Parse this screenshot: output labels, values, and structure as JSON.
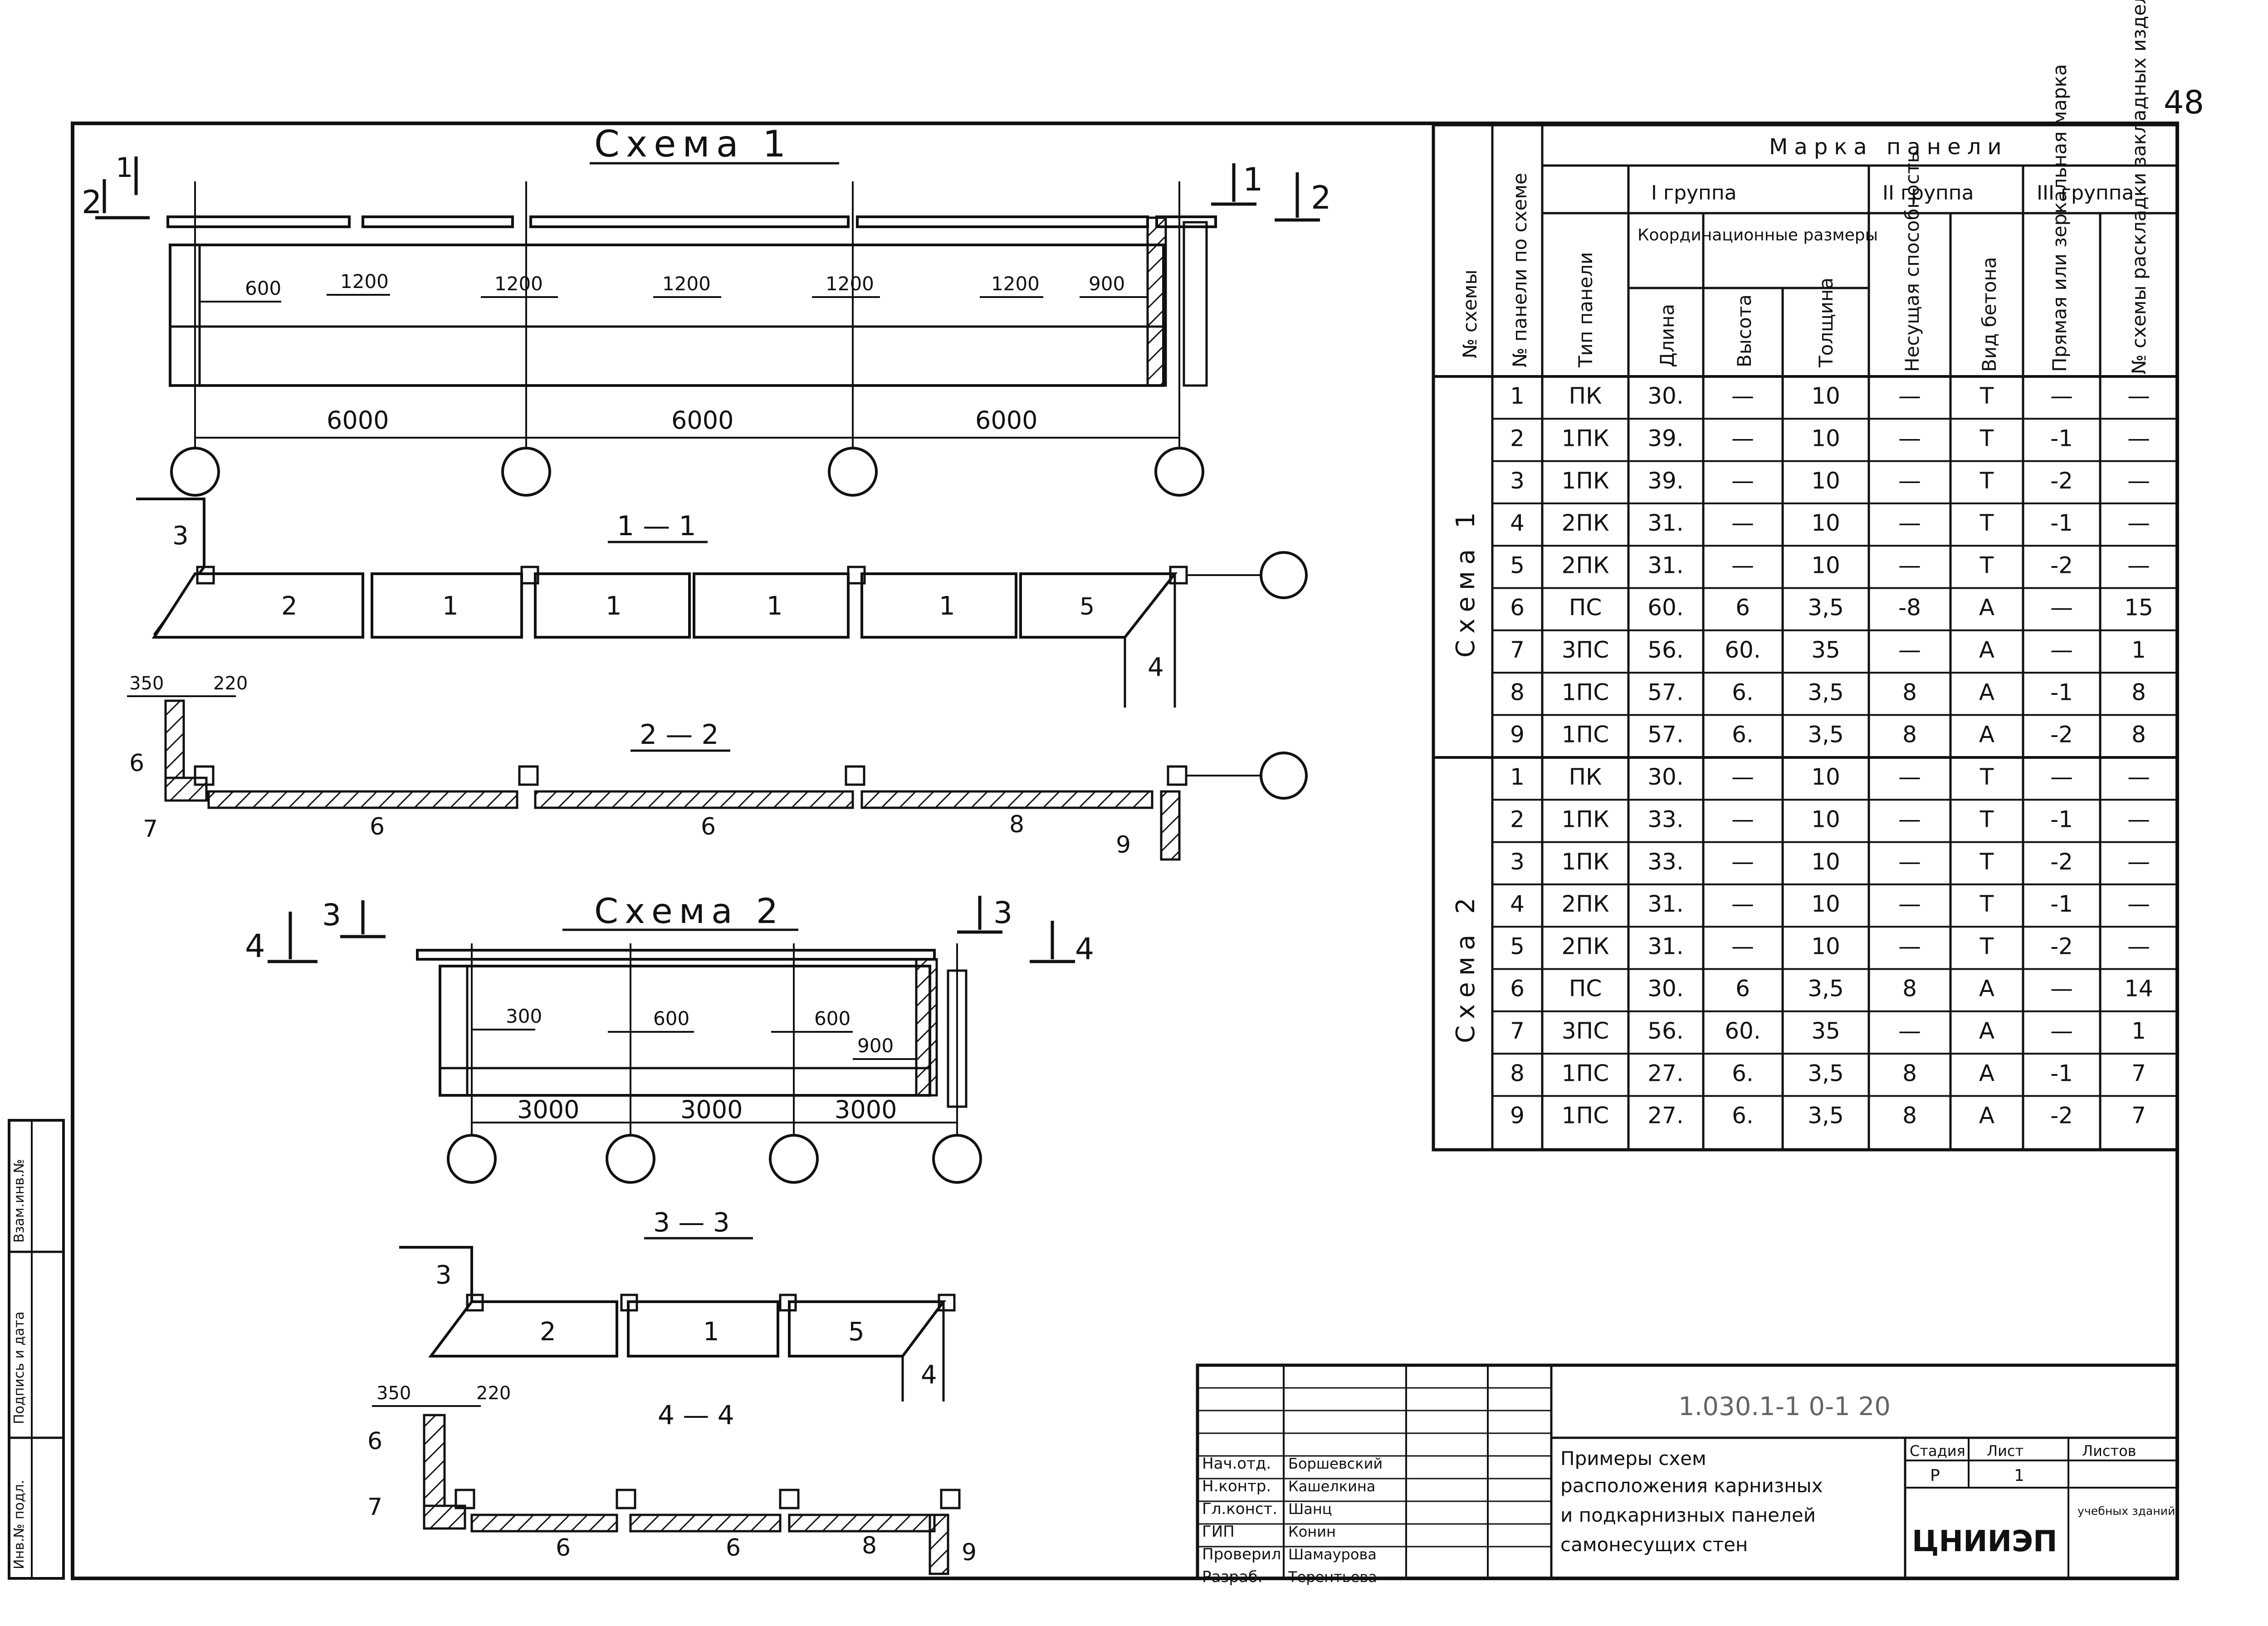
{
  "page_number": "48",
  "schemes": {
    "s1_title": "Схема 1",
    "s2_title": "Схема 2",
    "s1_cuts": {
      "c1": "1",
      "c2": "2"
    },
    "s2_cuts": {
      "c3": "3",
      "c4": "4"
    },
    "s1_module_dims": [
      "600",
      "1200",
      "1200",
      "1200",
      "1200",
      "1200",
      "900"
    ],
    "s1_spans": [
      "6000",
      "6000",
      "6000"
    ],
    "s2_module_dims": [
      "300",
      "600",
      "600",
      "900"
    ],
    "s2_spans": [
      "3000",
      "3000",
      "3000"
    ],
    "sec_1_1": "1 — 1",
    "sec_1_1_marks": [
      "3",
      "2",
      "1",
      "1",
      "1",
      "1",
      "5",
      "4"
    ],
    "sec_2_2": "2 — 2",
    "sec_2_2_dims": [
      "350",
      "220"
    ],
    "sec_2_2_marks": [
      "6",
      "7",
      "6",
      "6",
      "8",
      "9"
    ],
    "sec_3_3": "3 — 3",
    "sec_3_3_marks": [
      "3",
      "2",
      "1",
      "5",
      "4"
    ],
    "sec_4_4": "4 — 4",
    "sec_4_4_dims": [
      "350",
      "220"
    ],
    "sec_4_4_marks": [
      "6",
      "7",
      "6",
      "6",
      "8",
      "9"
    ]
  },
  "table": {
    "title": "Марка панели",
    "col_scheme": "№ схемы",
    "col_panel_no": "№ панели по схеме",
    "group1": "I группа",
    "group2": "II группа",
    "group3": "III группа",
    "col_type": "Тип панели",
    "col_coord": "Координационные размеры",
    "col_length": "Длина",
    "col_height": "Высота",
    "col_thickness": "Толщина",
    "col_capacity": "Несущая способность",
    "col_concrete": "Вид бетона",
    "col_mirror": "Прямая или зеркальная марка",
    "col_embed": "№ схемы раскладки закладных изделий",
    "scheme1_label": "Схема 1",
    "scheme2_label": "Схема 2",
    "scheme1_rows": [
      [
        "1",
        "ПК",
        "30.",
        "—",
        "10",
        "—",
        "Т",
        "—",
        "—"
      ],
      [
        "2",
        "1ПК",
        "39.",
        "—",
        "10",
        "—",
        "Т",
        "-1",
        "—"
      ],
      [
        "3",
        "1ПК",
        "39.",
        "—",
        "10",
        "—",
        "Т",
        "-2",
        "—"
      ],
      [
        "4",
        "2ПК",
        "31.",
        "—",
        "10",
        "—",
        "Т",
        "-1",
        "—"
      ],
      [
        "5",
        "2ПК",
        "31.",
        "—",
        "10",
        "—",
        "Т",
        "-2",
        "—"
      ],
      [
        "6",
        "ПС",
        "60.",
        "6",
        "3,5",
        "-8",
        "А",
        "—",
        "15"
      ],
      [
        "7",
        "3ПС",
        "56.",
        "60.",
        "35",
        "—",
        "А",
        "—",
        "1"
      ],
      [
        "8",
        "1ПС",
        "57.",
        "6.",
        "3,5",
        "8",
        "А",
        "-1",
        "8"
      ],
      [
        "9",
        "1ПС",
        "57.",
        "6.",
        "3,5",
        "8",
        "А",
        "-2",
        "8"
      ]
    ],
    "scheme2_rows": [
      [
        "1",
        "ПК",
        "30.",
        "—",
        "10",
        "—",
        "Т",
        "—",
        "—"
      ],
      [
        "2",
        "1ПК",
        "33.",
        "—",
        "10",
        "—",
        "Т",
        "-1",
        "—"
      ],
      [
        "3",
        "1ПК",
        "33.",
        "—",
        "10",
        "—",
        "Т",
        "-2",
        "—"
      ],
      [
        "4",
        "2ПК",
        "31.",
        "—",
        "10",
        "—",
        "Т",
        "-1",
        "—"
      ],
      [
        "5",
        "2ПК",
        "31.",
        "—",
        "10",
        "—",
        "Т",
        "-2",
        "—"
      ],
      [
        "6",
        "ПС",
        "30.",
        "6",
        "3,5",
        "8",
        "А",
        "—",
        "14"
      ],
      [
        "7",
        "3ПС",
        "56.",
        "60.",
        "35",
        "—",
        "А",
        "—",
        "1"
      ],
      [
        "8",
        "1ПС",
        "27.",
        "6.",
        "3,5",
        "8",
        "А",
        "-1",
        "7"
      ],
      [
        "9",
        "1ПС",
        "27.",
        "6.",
        "3,5",
        "8",
        "А",
        "-2",
        "7"
      ]
    ]
  },
  "stamp": {
    "code": "1.030.1-1 0-1 20",
    "title_lines": [
      "Примеры схем",
      "расположения карнизных",
      "и подкарнизных панелей",
      "самонесущих стен"
    ],
    "h_stage": "Стадия",
    "h_sheet": "Лист",
    "h_sheets": "Листов",
    "v_stage": "Р",
    "v_sheet": "1",
    "org": "ЦНИИЭП",
    "org_note": "учебных зданий",
    "roles": [
      "Нач.отд.",
      "Н.контр.",
      "Гл.конст.",
      "ГИП",
      "Проверил",
      "Разраб."
    ],
    "names": [
      "Боршевский",
      "Кашелкина",
      "Шанц",
      "Конин",
      "Шамаурова",
      "Терентьева"
    ]
  },
  "side_strip": {
    "labels": [
      "Инв.№ подл.",
      "Подпись и дата",
      "Взам.инв.№"
    ]
  }
}
